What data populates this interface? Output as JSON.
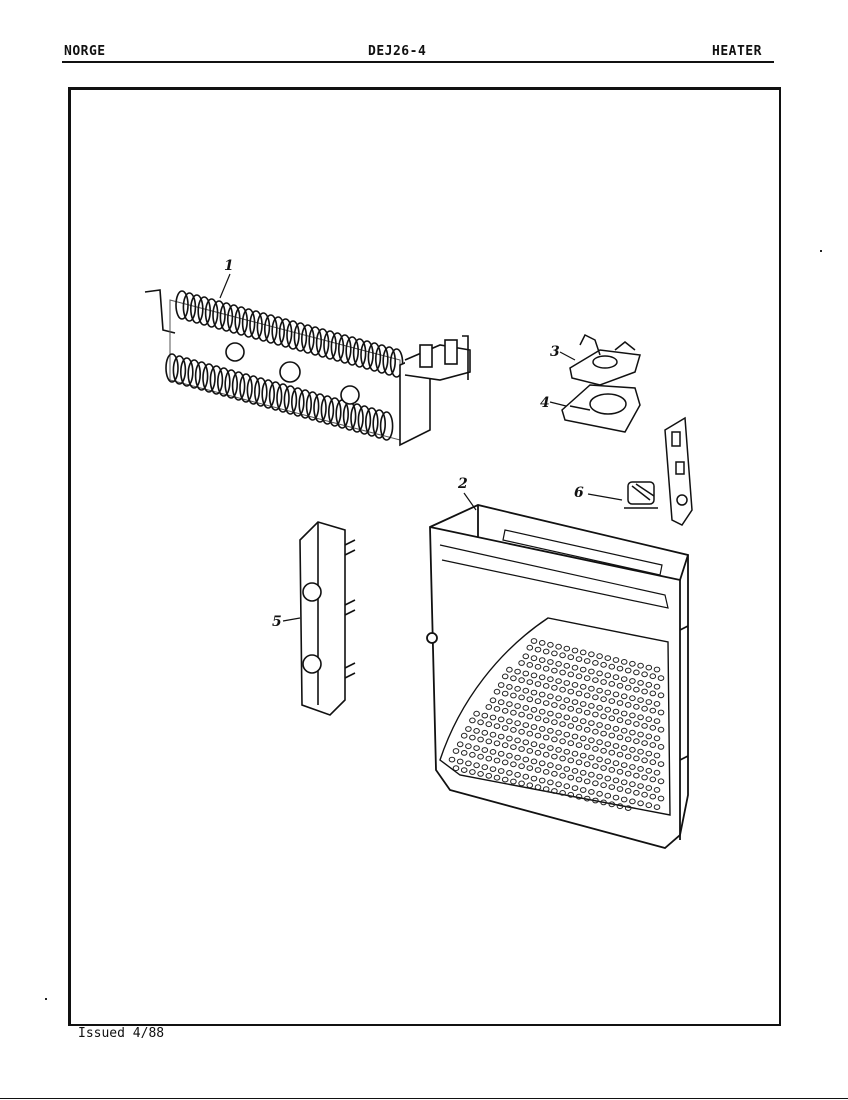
{
  "header": {
    "brand": "NORGE",
    "model": "DEJ26-4",
    "section": "HEATER"
  },
  "footer": {
    "issued": "Issued 4/88"
  },
  "callouts": [
    "1",
    "2",
    "3",
    "4",
    "5",
    "6"
  ]
}
